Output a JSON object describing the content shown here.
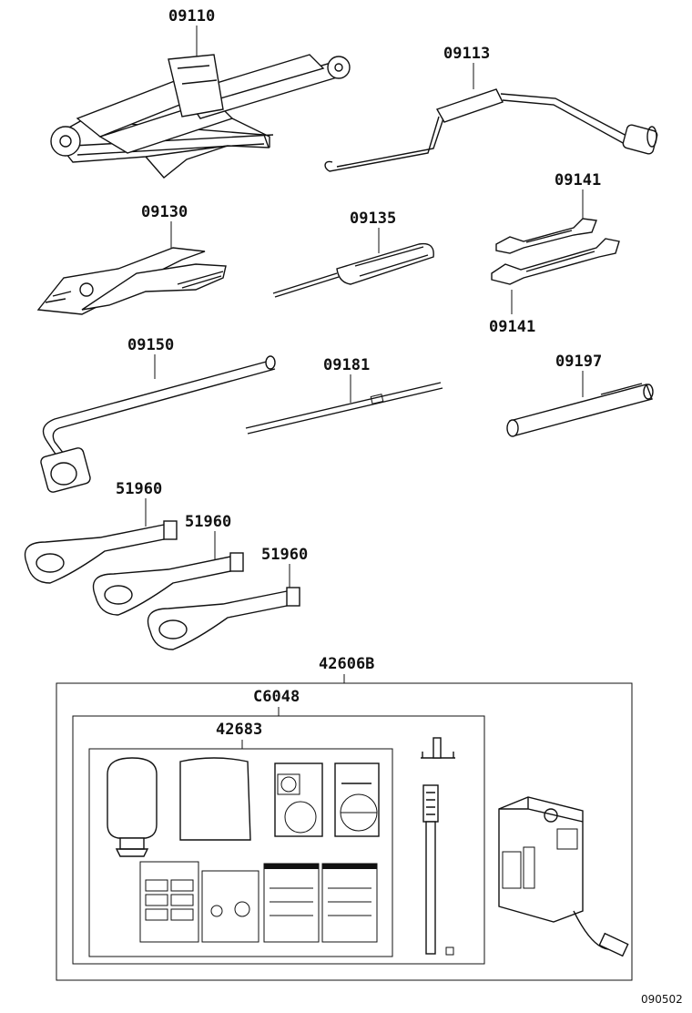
{
  "parts": [
    {
      "number": "09110",
      "name": "jack"
    },
    {
      "number": "09113",
      "name": "jack-handle"
    },
    {
      "number": "09130",
      "name": "pliers"
    },
    {
      "number": "09135",
      "name": "screwdriver"
    },
    {
      "number": "09141",
      "name": "wrench-upper"
    },
    {
      "number": "09141",
      "name": "wrench-lower"
    },
    {
      "number": "09150",
      "name": "wheel-nut-wrench"
    },
    {
      "number": "09181",
      "name": "valve-tool"
    },
    {
      "number": "09197",
      "name": "tire-gauge"
    },
    {
      "number": "51960",
      "name": "towing-eye-1"
    },
    {
      "number": "51960",
      "name": "towing-eye-2"
    },
    {
      "number": "51960",
      "name": "towing-eye-3"
    },
    {
      "number": "42606B",
      "name": "repair-kit-outer"
    },
    {
      "number": "C6048",
      "name": "repair-kit-inner"
    },
    {
      "number": "42683",
      "name": "sealant-bottle-set"
    }
  ],
  "diagram_code": "090502"
}
